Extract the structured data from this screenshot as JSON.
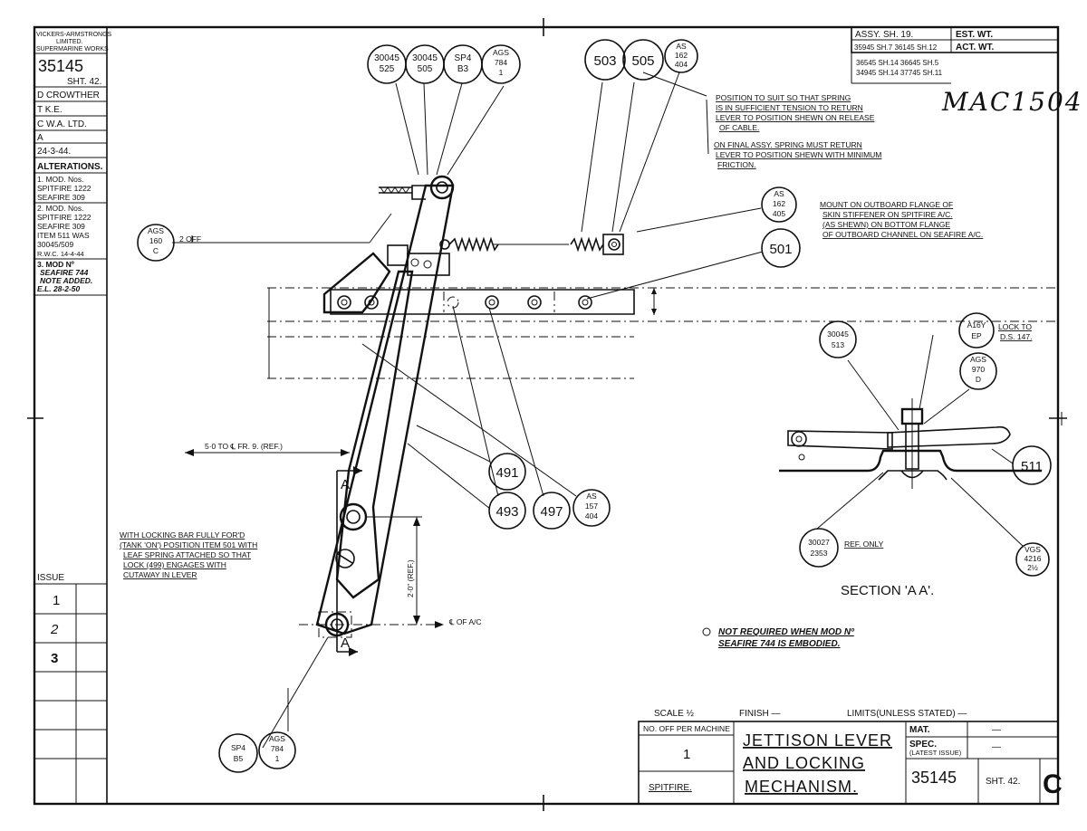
{
  "left_panel": {
    "company": [
      "VICKERS-ARMSTRONGS",
      "LIMITED.",
      "SUPERMARINE WORKS"
    ],
    "drawing_no": "35145",
    "sheet": "SHT. 42.",
    "drawn": "D CROWTHER",
    "traced": "T K.E.",
    "checked": "C W.A. LTD.",
    "approved": "A",
    "date": "24-3-44.",
    "alterations_title": "ALTERATIONS.",
    "alterations": [
      "1. MOD. Nos.",
      "SPITFIRE 1222",
      "SEAFIRE 309",
      "2. MOD. Nos.",
      "SPITFIRE 1222",
      "SEAFIRE 309",
      "ITEM 511 WAS",
      "30045/509",
      "R.W.C. 14-4-44",
      "3. MOD Nº",
      "SEAFIRE 744",
      "NOTE ADDED.",
      "E.L. 28-2-50"
    ],
    "issue_title": "ISSUE",
    "issues": [
      "1",
      "2",
      "3"
    ]
  },
  "top_right": {
    "assy": "ASSY. SH. 19.",
    "est_wt": "EST. WT.",
    "act_wt": "ACT. WT.",
    "row1": "35945 SH.7 36145 SH.12",
    "row2": "36545 SH.14 36645 SH.5",
    "row3": "34945 SH.14 37745 SH.11",
    "handwritten": "MAC1504"
  },
  "callouts": [
    {
      "id": "c-30045-525",
      "lines": [
        "30045",
        "525"
      ]
    },
    {
      "id": "c-30045-505",
      "lines": [
        "30045",
        "505"
      ]
    },
    {
      "id": "c-sp4-b3",
      "lines": [
        "SP4",
        "B3"
      ]
    },
    {
      "id": "c-ags-784-top",
      "lines": [
        "AGS",
        "784",
        "1"
      ]
    },
    {
      "id": "c-503",
      "lines": [
        "503"
      ]
    },
    {
      "id": "c-505",
      "lines": [
        "505"
      ]
    },
    {
      "id": "c-as-162-404",
      "lines": [
        "AS",
        "162",
        "404"
      ]
    },
    {
      "id": "c-as-162-405",
      "lines": [
        "AS",
        "162",
        "405"
      ]
    },
    {
      "id": "c-501",
      "lines": [
        "501"
      ]
    },
    {
      "id": "c-ags-160-c",
      "lines": [
        "AGS",
        "160",
        "C"
      ]
    },
    {
      "id": "c-491",
      "lines": [
        "491"
      ]
    },
    {
      "id": "c-493",
      "lines": [
        "493"
      ]
    },
    {
      "id": "c-497",
      "lines": [
        "497"
      ]
    },
    {
      "id": "c-as-157-404",
      "lines": [
        "AS",
        "157",
        "404"
      ]
    },
    {
      "id": "c-30045-513",
      "lines": [
        "30045",
        "513"
      ]
    },
    {
      "id": "c-a16y-ep",
      "lines": [
        "A16Y",
        "EP"
      ]
    },
    {
      "id": "c-ags-970-d",
      "lines": [
        "AGS",
        "970",
        "D"
      ]
    },
    {
      "id": "c-511",
      "lines": [
        "511"
      ]
    },
    {
      "id": "c-30027-2353",
      "lines": [
        "30027",
        "2353"
      ]
    },
    {
      "id": "c-vgs-4216",
      "lines": [
        "VGS",
        "4216",
        "2½"
      ]
    },
    {
      "id": "c-sp4-b5",
      "lines": [
        "SP4",
        "B5"
      ]
    },
    {
      "id": "c-ags-784-bottom",
      "lines": [
        "AGS",
        "784",
        "1"
      ]
    }
  ],
  "notes": {
    "spring_note": [
      "POSITION TO SUIT SO THAT SPRING",
      "IS IN SUFFICIENT TENSION TO RETURN",
      "LEVER TO POSITION SHEWN ON RELEASE",
      "OF CABLE."
    ],
    "final_note": [
      "ON FINAL ASSY. SPRING MUST RETURN",
      "LEVER TO POSITION SHEWN WITH MINIMUM",
      "FRICTION."
    ],
    "mount_note": [
      "MOUNT ON OUTBOARD FLANGE OF",
      "SKIN STIFFENER ON SPITFIRE A/C.",
      "(AS SHEWN) ON BOTTOM FLANGE",
      "OF OUTBOARD CHANNEL ON SEAFIRE A/C."
    ],
    "two_off": "2 OFF",
    "lock_note": [
      "LOCK TO",
      "D.S. 147."
    ],
    "ref_only": "REF. ONLY",
    "dim_50": "5·0 TO ℄ FR. 9. (REF.)",
    "dim_20": "2·0\" (REF.)",
    "cl_ac": "℄ OF A/C",
    "locking_note": [
      "WITH LOCKING BAR FULLY FOR'D",
      "(TANK 'ON') POSITION ITEM 501 WITH",
      "LEAF SPRING ATTACHED SO THAT",
      "LOCK (499) ENGAGES WITH",
      "CUTAWAY IN LEVER"
    ],
    "section_label": "SECTION 'A A'.",
    "mod_note": [
      "NOT REQUIRED WHEN MOD Nº",
      "SEAFIRE 744 IS EMBODIED."
    ],
    "section_mark": "A"
  },
  "title_block": {
    "scale": "SCALE ½",
    "finish": "FINISH —",
    "limits": "LIMITS(UNLESS STATED) —",
    "no_off_label": "NO. OFF PER MACHINE",
    "no_off_value": "1",
    "machine": "SPITFIRE.",
    "title_lines": [
      "JETTISON LEVER",
      "AND LOCKING",
      "MECHANISM."
    ],
    "mat": "MAT.",
    "spec": "SPEC.",
    "spec_sub": "(LATEST ISSUE)",
    "drawing_no": "35145",
    "sheet": "SHT. 42.",
    "dash": "—",
    "corner": "C"
  }
}
